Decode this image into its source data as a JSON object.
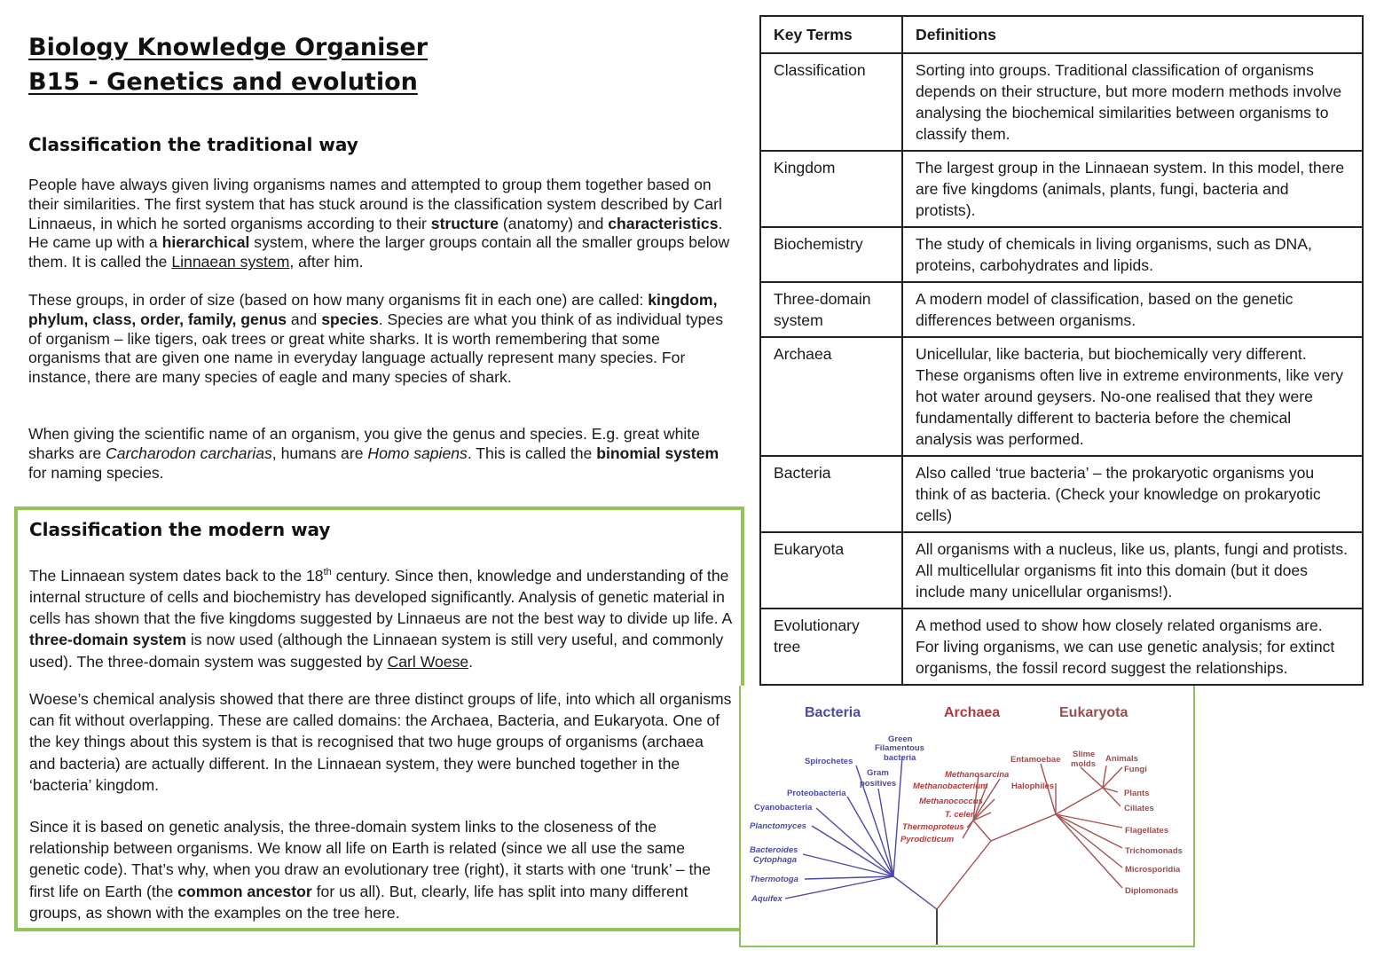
{
  "title": {
    "line1": "Biology Knowledge Organiser",
    "line2": "B15 - Genetics and evolution"
  },
  "traditional": {
    "heading": "Classification the traditional way",
    "p1": {
      "t1": "People have always given living organisms names and attempted to group them together based on their similarities. The first system that has stuck around is the classification system described by Carl Linnaeus, in which he sorted organisms according to their ",
      "b1": "structure",
      "t2": " (anatomy) and ",
      "b2": "characteristics",
      "t3": ". He came up with a ",
      "b3": "hierarchical",
      "t4": " system, where the larger groups contain all the smaller groups below them. It is called the ",
      "u1": "Linnaean system",
      "t5": ", after him."
    },
    "p2": {
      "t1": "These groups, in order of size (based on how many organisms fit in each one) are called: ",
      "b1": "kingdom, phylum, class, order, family, genus",
      "t2": " and ",
      "b2": "species",
      "t3": ". Species are what you think of as individual types of organism – like tigers, oak trees or great white sharks. It is worth remembering that some organisms that are given one name in everyday language actually represent many species. For instance, there are many species of eagle and many species of shark."
    },
    "p3": {
      "t1": "When giving the scientific name of an organism, you give the genus and species. E.g. great white sharks are ",
      "i1": "Carcharodon carcharias",
      "t2": ", humans are ",
      "i2": "Homo sapiens",
      "t3": ". This is called the ",
      "b1": "binomial system",
      "t4": " for naming species."
    }
  },
  "modern": {
    "heading": "Classification the modern way",
    "p1": {
      "t1": "The Linnaean system dates back to the 18",
      "sup": "th",
      "t2": " century. Since then, knowledge and understanding of the internal structure of cells and biochemistry has developed significantly. Analysis of genetic material in cells has shown that the five kingdoms suggested by Linnaeus are not the best way to divide up life. A ",
      "b1": "three-domain system",
      "t3": " is now used (although the Linnaean system is still very useful, and commonly used). The three-domain system was suggested by ",
      "u1": "Carl Woese",
      "t4": "."
    },
    "p2": "Woese’s chemical analysis showed that there are three distinct groups of life, into which all organisms can fit without overlapping. These are called domains: the Archaea, Bacteria, and Eukaryota. One of the key things about this system is that is recognised that two huge groups of organisms (archaea and bacteria) are actually different. In the Linnaean system, they were bunched together in the ‘bacteria’ kingdom.",
    "p3": {
      "t1": "Since it is based on genetic analysis, the three-domain system links to the closeness of the relationship between organisms. We know all life on Earth is related (since we all use the same genetic code). That’s why, when you draw an evolutionary tree (right), it starts with one ‘trunk’ – the first life on Earth (the ",
      "b1": "common ancestor",
      "t2": " for us all). But, clearly, life has split into many different groups, as shown with the examples on the tree here."
    }
  },
  "key_terms": {
    "header_term": "Key Terms",
    "header_def": "Definitions",
    "rows": [
      {
        "term": "Classification",
        "def": "Sorting into groups. Traditional classification of organisms depends on their structure, but more modern methods involve analysing the biochemical similarities between organisms to classify them."
      },
      {
        "term": "Kingdom",
        "def": "The largest group in the Linnaean system. In this model, there are five kingdoms (animals, plants, fungi, bacteria and protists)."
      },
      {
        "term": "Biochemistry",
        "def": "The study of chemicals in living organisms, such as DNA, proteins, carbohydrates and lipids."
      },
      {
        "term": "Three-domain system",
        "def": "A modern model of classification, based on the genetic differences between organisms."
      },
      {
        "term": "Archaea",
        "def": "Unicellular, like bacteria, but biochemically very different. These organisms often live in extreme environments, like very hot water around geysers. No-one realised that they were fundamentally different to bacteria before the chemical analysis was performed."
      },
      {
        "term": "Bacteria",
        "def": "Also called ‘true bacteria’ – the prokaryotic organisms you think of as bacteria. (Check your knowledge on prokaryotic cells)"
      },
      {
        "term": "Eukaryota",
        "def": "All organisms with a nucleus, like us, plants, fungi and protists. All multicellular organisms fit into this domain (but it does include many unicellular organisms!)."
      },
      {
        "term": "Evolutionary tree",
        "def": "A method used to show how closely related organisms are. For living organisms, we can use genetic analysis; for extinct organisms, the fossil record suggest the relationships."
      }
    ]
  },
  "tree": {
    "colors": {
      "bacteria": "#4a4aa8",
      "archaea": "#b23a3a",
      "eukaryota": "#9a4e4e",
      "trunk": "#444444"
    },
    "domains": {
      "bacteria": "Bacteria",
      "archaea": "Archaea",
      "eukaryota": "Eukaryota"
    },
    "bacteria": {
      "green1": "Green",
      "green2": "Filamentous",
      "green3": "bacteria",
      "spiro": "Spirochetes",
      "gram1": "Gram",
      "gram2": "positives",
      "proteo": "Proteobacteria",
      "cyano": "Cyanobacteria",
      "plancto": "Planctomyces",
      "bact1": "Bacteroides",
      "bact2": "Cytophaga",
      "thermotoga": "Thermotoga",
      "aquifex": "Aquifex"
    },
    "archaea": {
      "msarcina": "Methanosarcina",
      "mbacterium": "Methanobacterium",
      "halo": "Halophiles",
      "mcoccus": "Methanococcus",
      "tceler": "T. celer",
      "thermop": "Thermoproteus",
      "pyro": "Pyrodicticum"
    },
    "eukaryota": {
      "entamoebae": "Entamoebae",
      "slime1": "Slime",
      "slime2": "molds",
      "animals": "Animals",
      "fungi": "Fungi",
      "plants": "Plants",
      "ciliates": "Ciliates",
      "flagellates": "Flagellates",
      "tricho": "Trichomonads",
      "micro": "Microsporidia",
      "diplo": "Diplomonads"
    }
  }
}
